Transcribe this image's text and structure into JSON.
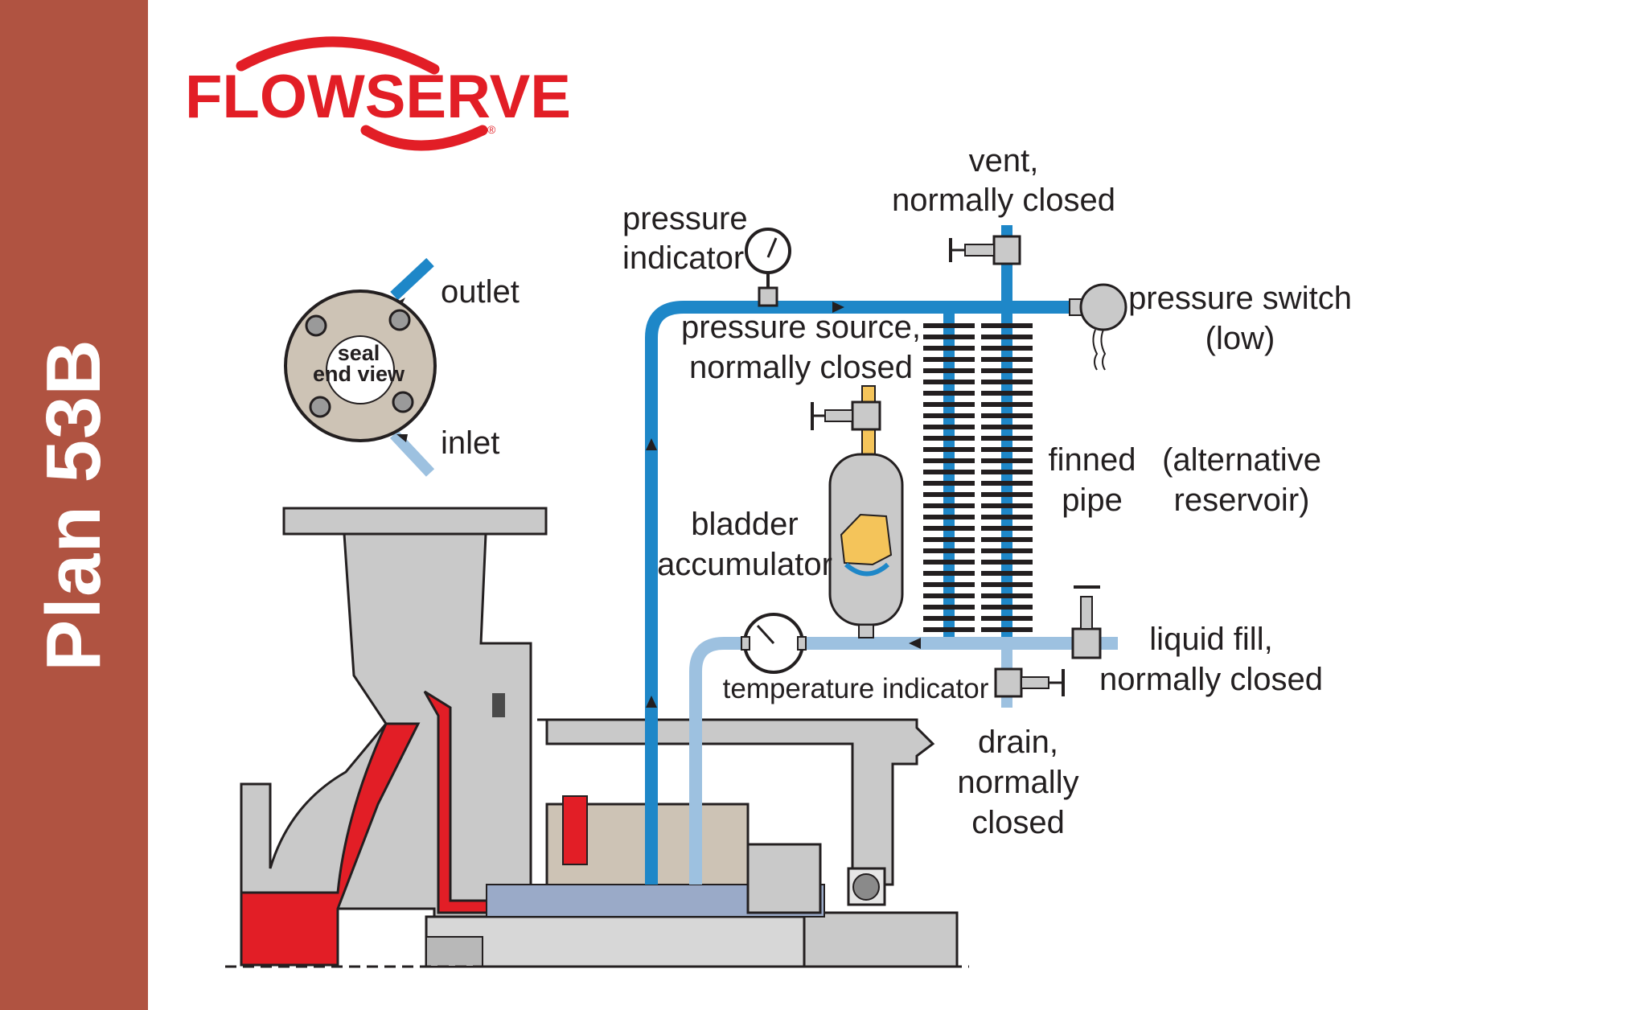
{
  "sidebar": {
    "title": "Plan 53B"
  },
  "logo": {
    "text": "FLOWSERVE",
    "mark": "®"
  },
  "labels": {
    "outlet": "outlet",
    "inlet": "inlet",
    "seal_end_view": [
      "seal",
      "end view"
    ],
    "pressure_indicator": [
      "pressure",
      "indicator"
    ],
    "vent": [
      "vent,",
      "normally closed"
    ],
    "pressure_switch": [
      "pressure switch",
      "(low)"
    ],
    "pressure_source": [
      "pressure source,",
      "normally closed"
    ],
    "finned_pipe": [
      "finned",
      "pipe"
    ],
    "alternative_reservoir": [
      "(alternative",
      "reservoir)"
    ],
    "bladder_accumulator": [
      "bladder",
      "accumulator"
    ],
    "temperature_indicator": "temperature indicator",
    "liquid_fill": [
      "liquid fill,",
      "normally closed"
    ],
    "drain": [
      "drain,",
      "normally",
      "closed"
    ]
  },
  "colors": {
    "sidebar": "#b05341",
    "brand_red": "#e21e26",
    "hot_line": "#1e87c8",
    "cold_line": "#9dc1e0",
    "metal": "#c9c9c9",
    "metal_dark": "#4a4a4a",
    "seal_face": "#cdc3b5",
    "bladder": "#f4c45a",
    "outline": "#231f20"
  }
}
